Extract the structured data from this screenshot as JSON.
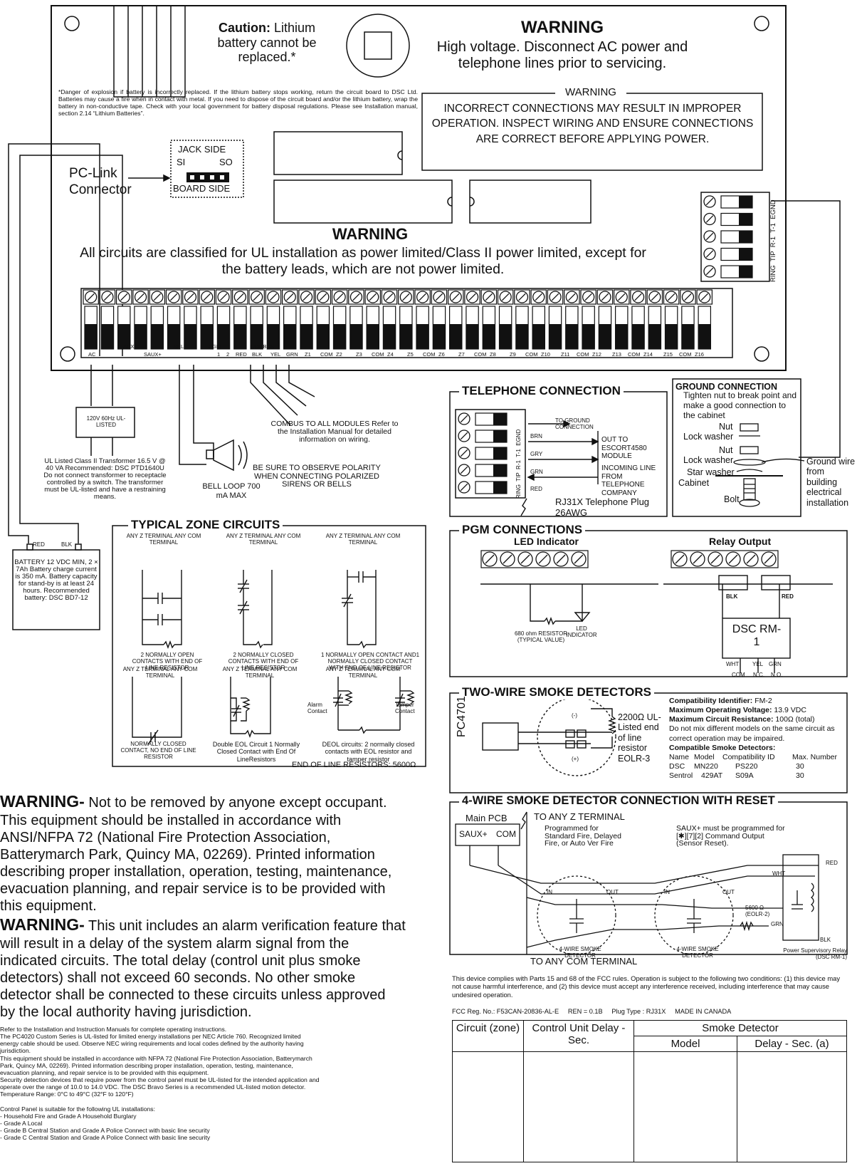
{
  "board": {
    "caution_label": "Caution:",
    "caution_text": "Lithium battery cannot be replaced.*",
    "warning_title": "WARNING",
    "warning_text": "High voltage. Disconnect AC power and telephone lines prior to servicing.",
    "battery_note": "*Danger of explosion if battery is incorrectly replaced. If the lithium battery stops working, return the circuit board to DSC Ltd. Batteries may cause a fire when in contact with metal. If you need to dispose of the circuit board and/or the lithium battery, wrap the battery in non-conductive tape. Check with your local government for battery disposal regulations. Please see Installation manual, section 2.14 “Lithium Batteries”.",
    "incorrect_title": "WARNING",
    "incorrect_text": "INCORRECT CONNECTIONS MAY RESULT IN IMPROPER OPERATION. INSPECT WIRING AND ENSURE CONNECTIONS ARE CORRECT BEFORE APPLYING POWER.",
    "jack_side": "JACK SIDE",
    "si": "SI",
    "so": "SO",
    "board_side": "BOARD SIDE",
    "pclink": "PC-Link Connector",
    "ul_title": "WARNING",
    "ul_text": "All circuits are classified for UL installation as power limited/Class II power limited, except for the battery leads, which are not power limited.",
    "phone_terms": [
      "RING",
      "TIP",
      "R-1",
      "T-1",
      "EGND"
    ]
  },
  "terminals": {
    "labels": [
      "AC",
      "AUX",
      "SAUX+",
      "BELL",
      "PGM",
      "1",
      "2",
      "COMBUS",
      "RED",
      "BLK",
      "YEL",
      "GRN",
      "Z1",
      "COM",
      "Z2",
      "Z3",
      "COM",
      "Z4",
      "Z5",
      "COM",
      "Z6",
      "Z7",
      "COM",
      "Z8",
      "Z9",
      "COM",
      "Z10",
      "Z11",
      "COM",
      "Z12",
      "Z13",
      "COM",
      "Z14",
      "Z15",
      "COM",
      "Z16"
    ]
  },
  "left": {
    "transformer_box": "120V 60Hz UL-LISTED",
    "transformer_note": "UL Listed Class II Transformer 16.5 V @ 40 VA Recommended: DSC PTD1640U Do not connect transformer to receptacle controlled by a switch. The transformer must be UL-listed and have a restraining means.",
    "bell_loop": "BELL LOOP 700 mA MAX",
    "combus": "COMBUS TO ALL MODULES Refer to the Installation Manual for detailed information on wiring.",
    "polarity": "BE SURE TO OBSERVE POLARITY WHEN CONNECTING POLARIZED SIRENS OR BELLS",
    "battery_red": "RED",
    "battery_blk": "BLK",
    "battery_text": "BATTERY 12 VDC MIN, 2 × 7Ah Battery charge current is 350 mA. Battery capacity for stand-by is at least 24 hours. Recommended battery: DSC BD7-12"
  },
  "zone": {
    "title": "TYPICAL ZONE CIRCUITS",
    "term_pair": "ANY Z TERMINAL ANY COM TERMINAL",
    "c1": "2 NORMALLY OPEN CONTACTS WITH END OF LINE RESISTOR",
    "c2": "2 NORMALLY CLOSED CONTACTS WITH END OF LINE RESISTOR",
    "c3": "1 NORMALLY OPEN CONTACT AND1 NORMALLY CLOSED CONTACT WITH END OF LINE RESISTOR",
    "c4": "NORMALLY CLOSED CONTACT, NO END OF LINE RESISTOR",
    "c5": "Double EOL Circuit 1 Normally Closed Contact with End Of LineResistors",
    "c6": "DEOL circuits: 2 normally closed contacts with EOL resistor and tamper resistor",
    "alarm": "Alarm Contact",
    "tamper": "Tamper Contact",
    "eol": "END OF LINE RESISTORS: 5600Ω"
  },
  "telephone": {
    "title": "TELEPHONE CONNECTION",
    "to_ground": "TO GROUND CONNECTION",
    "brn": "BRN",
    "gry": "GRY",
    "grn": "GRN",
    "red": "RED",
    "out_to": "OUT TO ESCORT4580 MODULE",
    "incoming": "INCOMING LINE FROM TELEPHONE COMPANY",
    "plug": "RJ31X Telephone Plug 26AWG"
  },
  "ground": {
    "title": "GROUND CONNECTION",
    "intro": "Tighten nut to break point and make a good connection to the cabinet",
    "nut": "Nut",
    "lock_washer": "Lock washer",
    "star_washer": "Star washer",
    "cabinet": "Cabinet",
    "bolt": "Bolt",
    "wire": "Ground wire from building electrical installation"
  },
  "pgm": {
    "title": "PGM CONNECTIONS",
    "led_indicator": "LED Indicator",
    "relay_output": "Relay Output",
    "resistor": "680 ohm RESISTOR (TYPICAL VALUE)",
    "led": "LED INDICATOR",
    "blk": "BLK",
    "red": "RED",
    "dsc": "DSC RM-1",
    "wht": "WHT",
    "yel": "YEL",
    "grn": "GRN",
    "com": "COM",
    "nc": "N.C.",
    "no": "N.O."
  },
  "smoke2": {
    "title": "TWO-WIRE SMOKE DETECTORS",
    "pc4701": "PC4701",
    "neg": "(-)",
    "pos": "(+)",
    "eolr": "2200Ω UL-Listed end of line resistor EOLR-3",
    "compat_id_label": "Compatibility Identifier:",
    "compat_id": "FM-2",
    "max_v_label": "Maximum Operating Voltage:",
    "max_v": "13.9 VDC",
    "max_r_label": "Maximum Circuit Resistance:",
    "max_r": "100Ω (total)",
    "mix": "Do not mix different models on the same circuit as correct operation may be impaired.",
    "compat_title": "Compatible Smoke Detectors:",
    "cols": [
      "Name",
      "Model",
      "Compatibility ID",
      "Max. Number"
    ],
    "rows": [
      [
        "DSC",
        "MN220",
        "PS220",
        "30"
      ],
      [
        "Sentrol",
        "429AT",
        "S09A",
        "30"
      ]
    ]
  },
  "smoke4": {
    "title": "4-WIRE SMOKE DETECTOR CONNECTION WITH RESET",
    "main_pcb": "Main PCB",
    "saux": "SAUX+",
    "com": "COM",
    "to_z": "TO ANY Z TERMINAL",
    "programmed": "Programmed for Standard Fire, Delayed Fire, or Auto Ver Fire",
    "saux_note": "SAUX+ must be programmed for [✱][7][2] Command Output (Sensor Reset).",
    "in": "IN",
    "out": "OUT",
    "det": "4-WIRE SMOKE DETECTOR",
    "res": "5600 Ω (EOLR-2)",
    "red": "RED",
    "wht": "WHT",
    "grn": "GRN",
    "blk": "BLK",
    "relay": "Power Supervisory Relay (DSC RM-1)",
    "to_com": "TO ANY COM TERMINAL"
  },
  "fcc": {
    "text": "This device complies with Parts 15 and 68 of the FCC rules. Operation is subject to the following two conditions: (1) this device may not cause harmful interference, and (2) this device must accept any interference received, including interference that may cause undesired operation.",
    "reg": "FCC Reg. No.: F53CAN-20836-AL-E     REN = 0.1B     Plug Type : RJ31X     MADE IN CANADA"
  },
  "delay_table": {
    "circuit": "Circuit (zone)",
    "control": "Control Unit Delay - Sec.",
    "smoke": "Smoke Detector",
    "model": "Model",
    "delay": "Delay - Sec. (a)"
  },
  "warnings": {
    "w1_label": "WARNING-",
    "w1_lines": [
      " Not to be removed by anyone except occupant.",
      "This equipment should be installed in accordance with",
      "ANSI/NFPA 72 (National Fire Protection Association,",
      "Batterymarch Park, Quincy MA, 02269). Printed information",
      "describing proper installation, operation, testing, maintenance,",
      "evacuation planning, and repair service is to be provided with",
      "this equipment."
    ],
    "w2_label": "WARNING-",
    "w2_lines": [
      " This unit includes an alarm verification feature that",
      "will result in a delay of the system alarm signal from the",
      "indicated circuits. The total delay (control unit plus smoke",
      "detectors) shall not exceed 60 seconds. No other smoke",
      "detector shall be connected to these circuits unless approved",
      "by the local authority having jurisdiction."
    ]
  },
  "notes": [
    "Refer to the Installation and Instruction Manuals for complete operating instructions.",
    "The PC4020 Custom Series is UL-listed for limited energy installations per NEC Article 760. Recognized limited",
    "energy cable should be used. Observe NEC wiring requirements and local codes defined by the authority having",
    "jurisdiction.",
    "This equipment should be installed in accordance with NFPA 72 (National Fire Protection Association, Batterymarch",
    "Park, Quincy MA, 02269). Printed information describing proper installation, operation, testing, maintenance,",
    "evacuation planning, and repair service is to be provided with this equipment.",
    "Security detection devices that require power from the control panel must be UL-listed for the intended application and",
    "operate over the range of 10.0 to 14.0 VDC. The DSC Bravo Series is a recommended UL-listed motion detector.",
    "Temperature Range: 0°C to 49°C (32°F to 120°F)",
    "",
    "Control Panel is suitable for the following UL installations:",
    "- Household Fire and Grade A Household Burglary",
    "- Grade A Local",
    "- Grade B Central Station and Grade A Police Connect with basic line security",
    "- Grade C Central Station and Grade A Police Connect with basic line security"
  ]
}
